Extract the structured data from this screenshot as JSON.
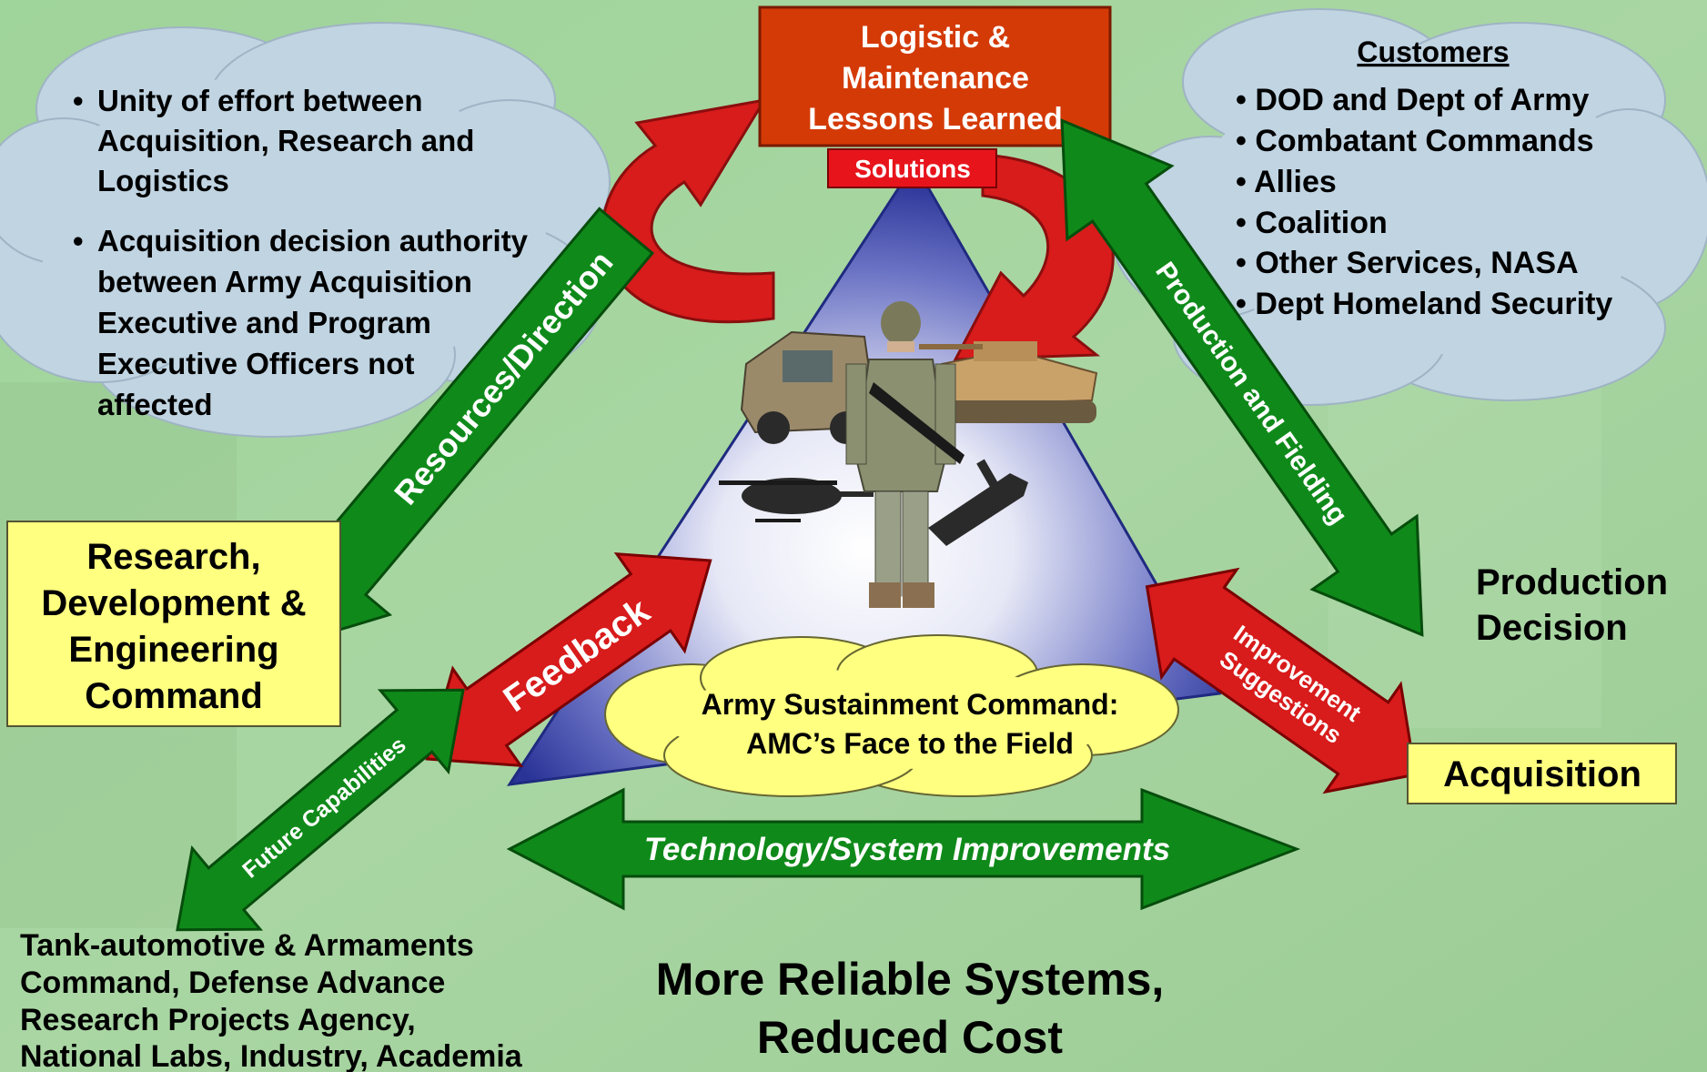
{
  "top_box": {
    "lines": [
      "Logistic &",
      "Maintenance",
      "Lessons Learned"
    ]
  },
  "solutions_label": "Solutions",
  "left_cloud": {
    "bullets": [
      [
        "Unity of effort between",
        "Acquisition, Research and",
        "Logistics"
      ],
      [
        "Acquisition decision authority",
        "between Army Acquisition",
        "Executive and Program",
        "Executive Officers not",
        "affected"
      ]
    ]
  },
  "customers": {
    "title": "Customers",
    "items": [
      "DOD and Dept of Army",
      "Combatant Commands",
      "Allies",
      "Coalition",
      "Other Services, NASA",
      "Dept Homeland Security"
    ]
  },
  "rdec_box": {
    "lines": [
      "Research,",
      "Development &",
      "Engineering",
      "Command"
    ]
  },
  "production_decision": {
    "lines": [
      "Production",
      "Decision"
    ]
  },
  "acquisition_box": "Acquisition",
  "arrows": {
    "resources_direction": "Resources/Direction",
    "production_fielding": "Production and Fielding",
    "feedback": "Feedback",
    "improvement": [
      "Improvement",
      "Suggestions"
    ],
    "future_capabilities": "Future Capabilities",
    "tech_improvements": "Technology/System Improvements"
  },
  "asc_cloud": {
    "lines": [
      "Army Sustainment Command:",
      "AMC’s Face to the Field"
    ]
  },
  "bottom_left": {
    "lines": [
      "Tank-automotive & Armaments",
      "Command, Defense Advance",
      "Research Projects Agency,",
      "National Labs, Industry, Academia"
    ]
  },
  "bottom_center": {
    "lines": [
      "More Reliable Systems,",
      "Reduced Cost"
    ]
  },
  "colors": {
    "background": "#a8d4a0",
    "green_arrow": "#0f8a1a",
    "red_arrow": "#d81b1b",
    "top_box": "#d43a06",
    "yellow_box": "#ffff80",
    "cloud": "#c0d4e2",
    "triangle": "#2e3a9a"
  }
}
